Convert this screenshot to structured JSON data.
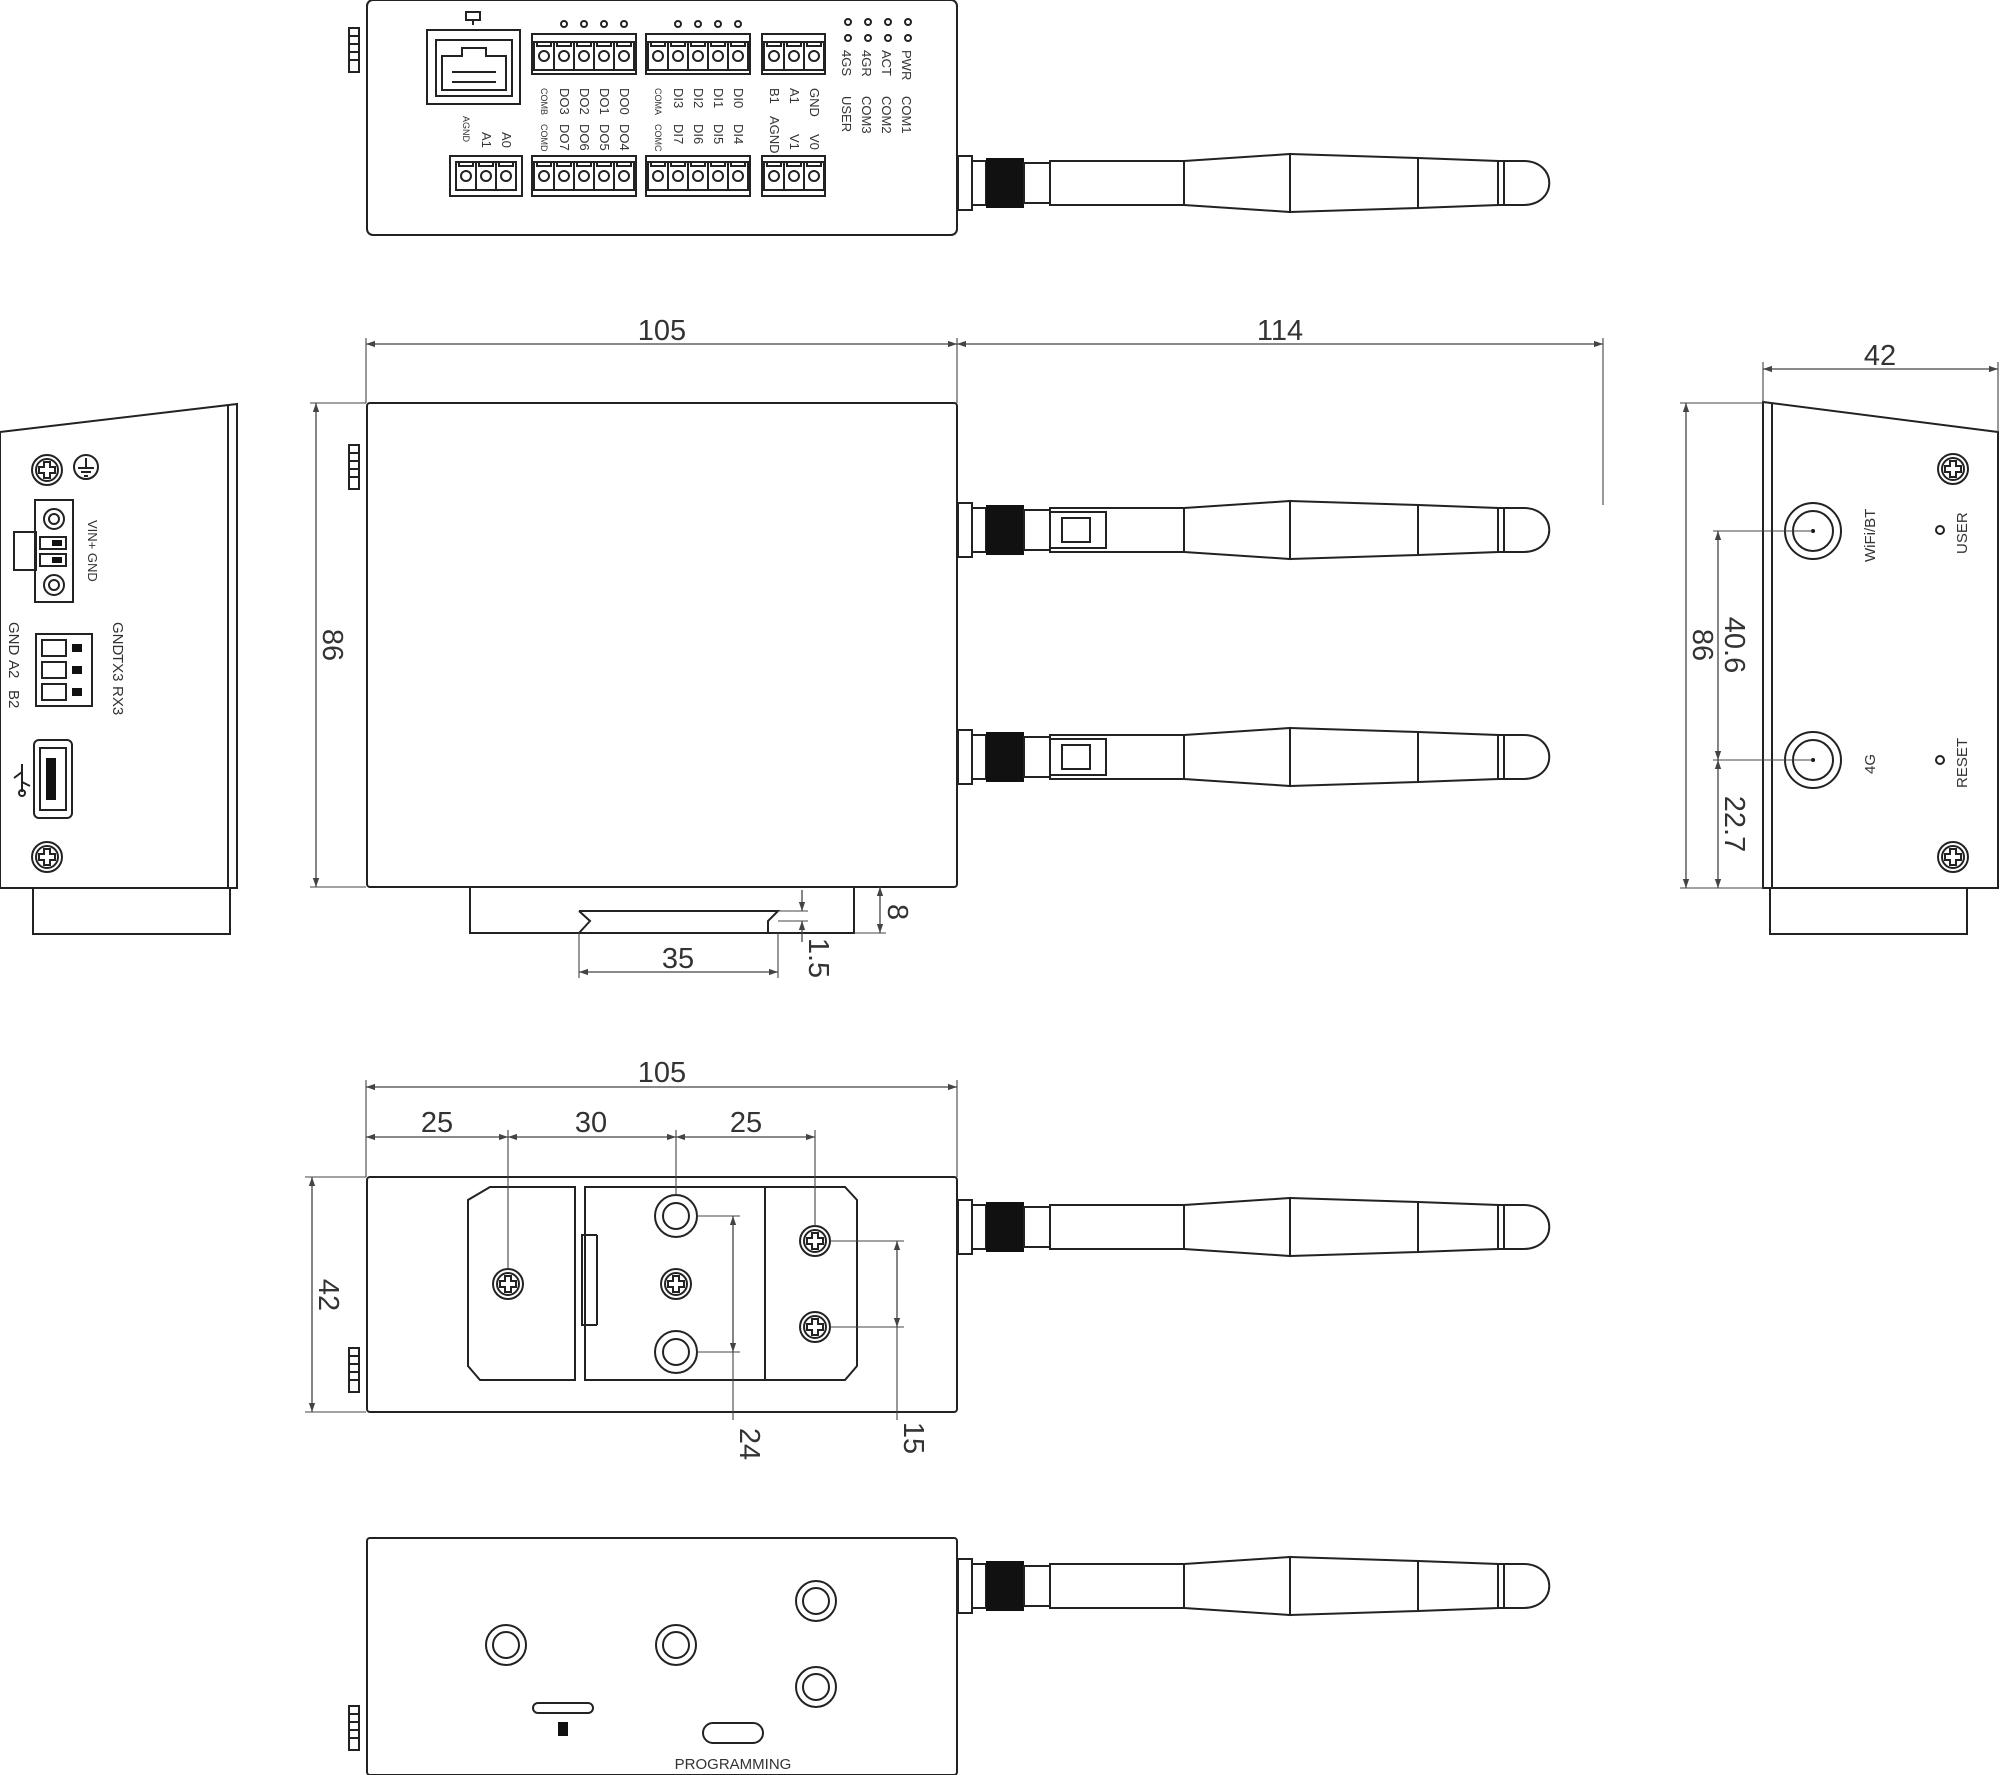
{
  "dimensions": {
    "front_width": "105",
    "antenna_length": "114",
    "side_depth": "42",
    "height_front": "86",
    "height_right": "86",
    "antenna_spacing": "40.6",
    "antenna_offset": "22.7",
    "rail_offset": "8",
    "rail_lip": "1.5",
    "rail_width": "35",
    "bottom_width": "105",
    "hole_spacing_a": "25",
    "hole_spacing_b": "30",
    "hole_spacing_c": "25",
    "bottom_depth": "42",
    "hole_vertical_a": "24",
    "hole_vertical_b": "15"
  },
  "top_view": {
    "io_row_top": [
      "DO0",
      "DO1",
      "DO2",
      "DO3",
      "COMB",
      "DI0",
      "DI1",
      "DI2",
      "DI3",
      "COMA",
      "GND",
      "A1",
      "B1"
    ],
    "io_row_bottom": [
      "A0",
      "A1",
      "AGND",
      "DO4",
      "DO5",
      "DO6",
      "DO7",
      "COMD",
      "DI4",
      "DI5",
      "DI6",
      "DI7",
      "COMC",
      "V0",
      "V1",
      "AGND"
    ],
    "led_labels": [
      "PWR",
      "ACT",
      "4GR",
      "4GS"
    ],
    "com_labels": [
      "COM1",
      "COM2",
      "COM3",
      "USER"
    ]
  },
  "left_view": {
    "power_label": "VIN+ GND",
    "serial_labels": [
      "GND",
      "TX3",
      "RX3",
      "GND",
      "A2",
      "B2"
    ]
  },
  "right_view": {
    "wifi_label": "WiFi/BT",
    "cell_label": "4G",
    "user_label": "USER",
    "reset_label": "RESET"
  },
  "underside_view": {
    "programming_label": "PROGRAMMING"
  }
}
